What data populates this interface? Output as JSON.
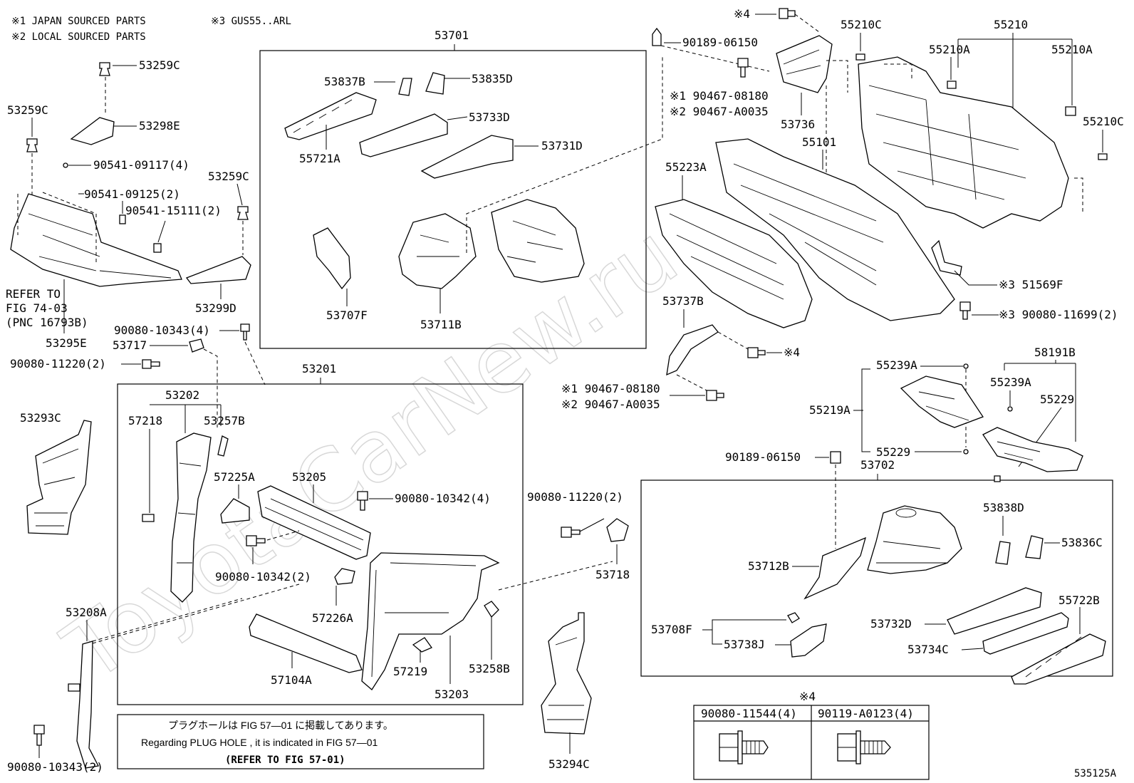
{
  "notes": {
    "n1": "※1 JAPAN SOURCED PARTS",
    "n2": "※2 LOCAL SOURCED PARTS",
    "n3": "※3 GUS55..ARL"
  },
  "watermark": "ToyotaCarNew.ru",
  "figure_id": "535125A",
  "callouts": {
    "p53259C_a": "53259C",
    "p53259C_b": "53259C",
    "p53259C_c": "53259C",
    "p53298E": "53298E",
    "p90541_09117": "90541-09117(4)",
    "p90541_09125": "90541-09125(2)",
    "p90541_15111": "90541-15111(2)",
    "p53299D": "53299D",
    "refer1": "REFER TO",
    "refer2": "FIG 74-03",
    "refer3": "(PNC 16793B)",
    "p53295E": "53295E",
    "p90080_10343_top": "90080-10343(4)",
    "p53717": "53717",
    "p90080_11220_left": "90080-11220(2)",
    "p53293C": "53293C",
    "p53208A": "53208A",
    "p90080_10343_bot": "90080-10343(2)",
    "p53701": "53701",
    "p53837B": "53837B",
    "p53835D": "53835D",
    "p53733D": "53733D",
    "p55721A": "55721A",
    "p53731D": "53731D",
    "p53707F": "53707F",
    "p53711B": "53711B",
    "p53201": "53201",
    "p53202": "53202",
    "p57218": "57218",
    "p53257B": "53257B",
    "p57225A": "57225A",
    "p53205": "53205",
    "p90080_10342_a": "90080-10342(4)",
    "p90080_10342_b": "90080-10342(2)",
    "p57226A": "57226A",
    "p57104A": "57104A",
    "p57219": "57219",
    "p53258B": "53258B",
    "p53203": "53203",
    "p90080_11220_mid": "90080-11220(2)",
    "p53718": "53718",
    "p53294C": "53294C",
    "star4_a": "※4",
    "p90189_06150_top": "90189-06150",
    "p90467_08180_a": "※1  90467-08180",
    "p90467_A0035_a": "※2  90467-A0035",
    "p53736": "53736",
    "p55210C_a": "55210C",
    "p55210": "55210",
    "p55210A_a": "55210A",
    "p55210A_b": "55210A",
    "p55210C_b": "55210C",
    "p55101": "55101",
    "p55223A": "55223A",
    "p51569F": "※3  51569F",
    "p90080_11699": "※3  90080-11699(2)",
    "p53737B": "53737B",
    "star4_b": "※4",
    "p90467_08180_b": "※1  90467-08180",
    "p90467_A0035_b": "※2  90467-A0035",
    "p55239A_a": "55239A",
    "p58191B": "58191B",
    "p55239A_b": "55239A",
    "p55229_a": "55229",
    "p55219A": "55219A",
    "p55229_b": "55229",
    "p90189_06150_bot": "90189-06150",
    "p53702": "53702",
    "p53838D": "53838D",
    "p53836C": "53836C",
    "p53712B": "53712B",
    "p53732D": "53732D",
    "p55722B": "55722B",
    "p53708F": "53708F",
    "p53738J": "53738J",
    "p53734C": "53734C"
  },
  "plug_hole_note": {
    "line1": "プラグホールは FIG 57―01 に掲載してあります。",
    "line2": "Regarding  PLUG  HOLE , it is indicated in FIG  57―01",
    "line3": "(REFER TO FIG 57-01)"
  },
  "fastener_table": {
    "header": "※4",
    "col1": "90080-11544(4)",
    "col2": "90119-A0123(4)"
  }
}
